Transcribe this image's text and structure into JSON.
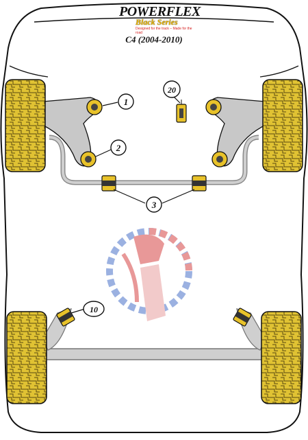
{
  "brand": {
    "name": "POWERFLEX",
    "series": "Black Series",
    "tagline": "Designed for the track – Made for the road"
  },
  "model": "C4 (2004-2010)",
  "callouts": [
    {
      "id": "callout-1",
      "label": "1"
    },
    {
      "id": "callout-2",
      "label": "2"
    },
    {
      "id": "callout-20",
      "label": "20"
    },
    {
      "id": "callout-3",
      "label": "3"
    },
    {
      "id": "callout-10",
      "label": "10"
    }
  ],
  "colors": {
    "tyre": "#e0c233",
    "bush": "#e8c22a",
    "component": "#c8c8c8",
    "outline": "#111111",
    "watermark_red": "#d64545",
    "watermark_blue": "#4a73c9"
  }
}
